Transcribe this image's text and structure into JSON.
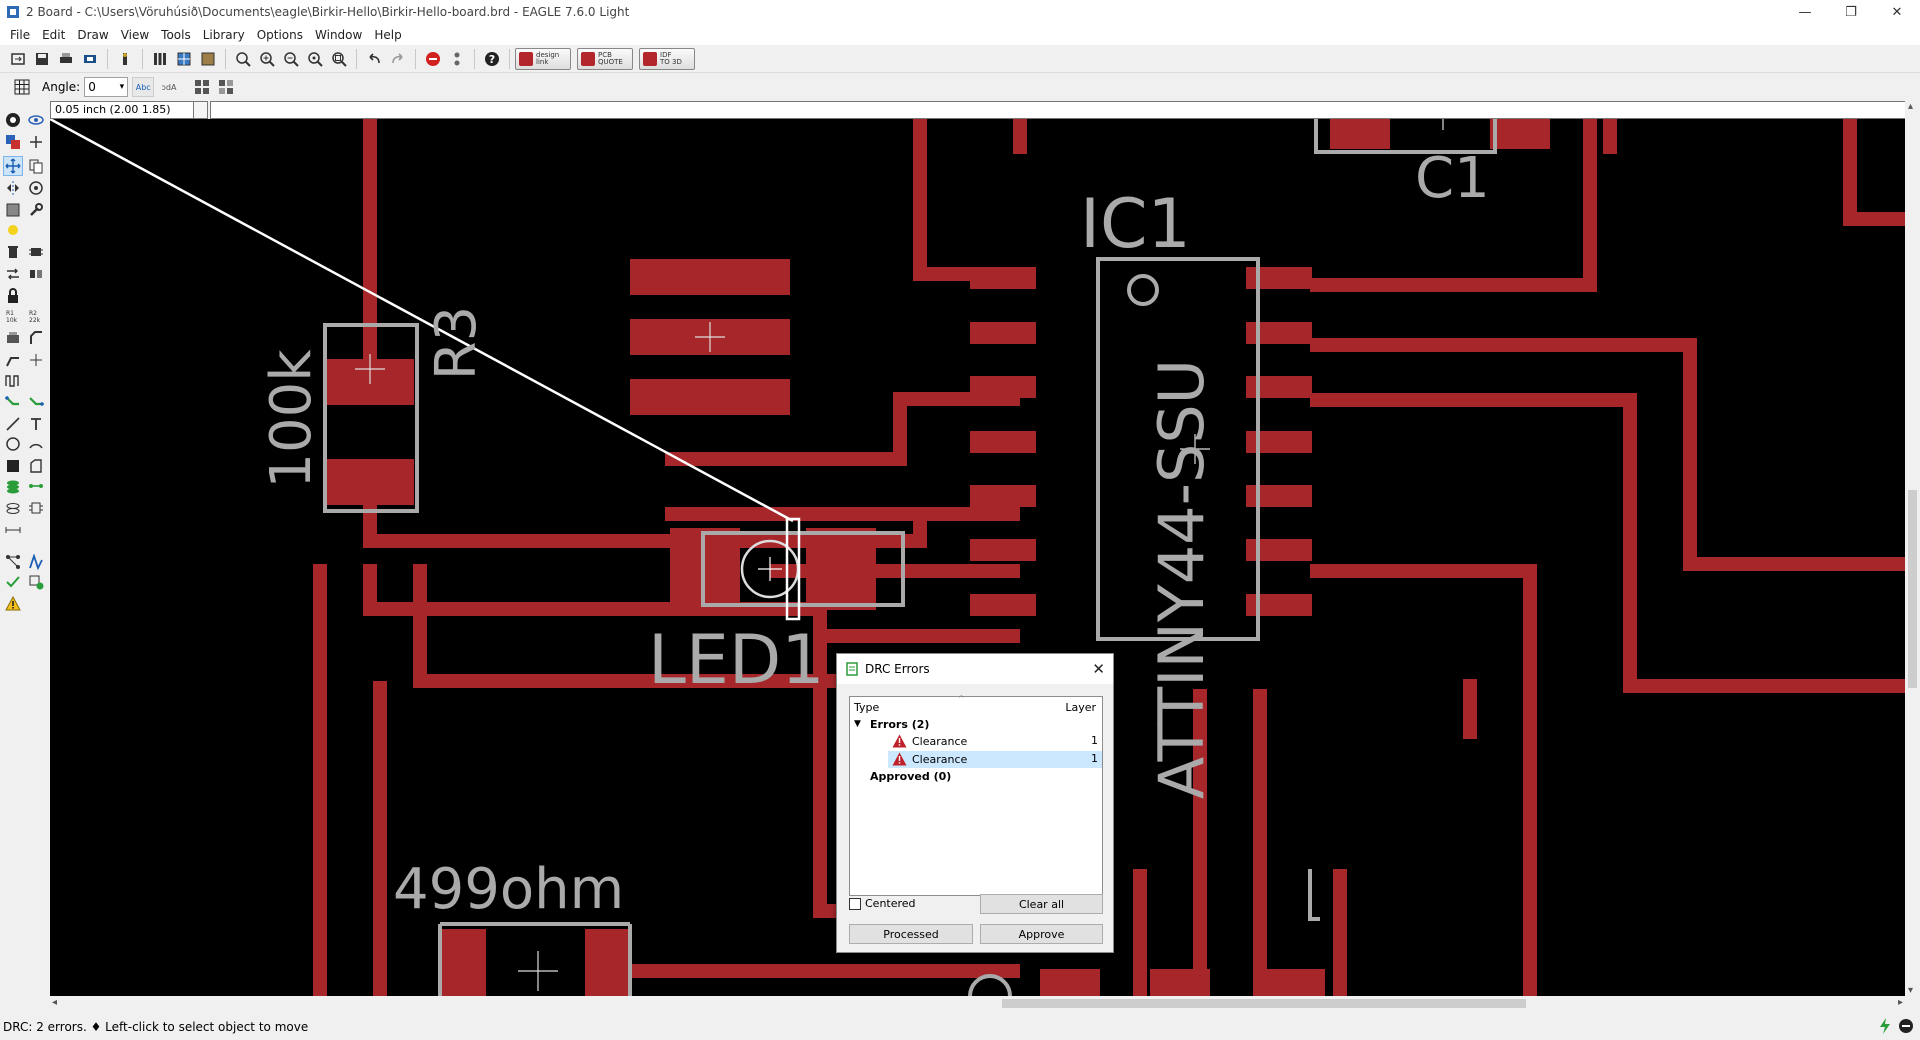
{
  "window": {
    "title": "2 Board - C:\\Users\\Vöruhúsið\\Documents\\eagle\\Birkir-Hello\\Birkir-Hello-board.brd - EAGLE 7.6.0 Light",
    "minimize": "—",
    "restore": "❐",
    "close": "✕"
  },
  "menu": [
    "File",
    "Edit",
    "Draw",
    "View",
    "Tools",
    "Library",
    "Options",
    "Window",
    "Help"
  ],
  "toolbar": {
    "help": "?",
    "brand_buttons": [
      {
        "line1": "design",
        "line2": "link"
      },
      {
        "line1": "PCB",
        "line2": "QUOTE"
      },
      {
        "line1": "IDF",
        "line2": "TO 3D"
      }
    ]
  },
  "params": {
    "angle_label": "Angle:",
    "angle_value": "0",
    "abc": "Abc",
    "mirror_abc": "Abc"
  },
  "command": {
    "coordinates": "0.05 inch (2.00 1.85)",
    "text": ""
  },
  "canvas": {
    "labels": {
      "ic1": "IC1",
      "ic1_value": "ATTINY44-SSU",
      "c1": "C1",
      "r3": "R3",
      "r3_value": "100k",
      "led1": "LED1",
      "r_value": "499ohm"
    },
    "colors": {
      "background": "#000000",
      "copper": "#a6262a",
      "silk": "#aaaaaa",
      "airwire": "#ffffff"
    }
  },
  "drc_dialog": {
    "title": "DRC Errors",
    "close": "✕",
    "columns": {
      "type": "Type",
      "layer": "Layer"
    },
    "groups": {
      "errors": "Errors (2)",
      "approved": "Approved (0)"
    },
    "items": [
      {
        "type": "Clearance",
        "layer": "1",
        "selected": false
      },
      {
        "type": "Clearance",
        "layer": "1",
        "selected": true
      }
    ],
    "centered_label": "Centered",
    "clear_all": "Clear all",
    "processed": "Processed",
    "approve": "Approve"
  },
  "status": {
    "text": "DRC: 2 errors.  ♦ Left-click to select object to move"
  }
}
